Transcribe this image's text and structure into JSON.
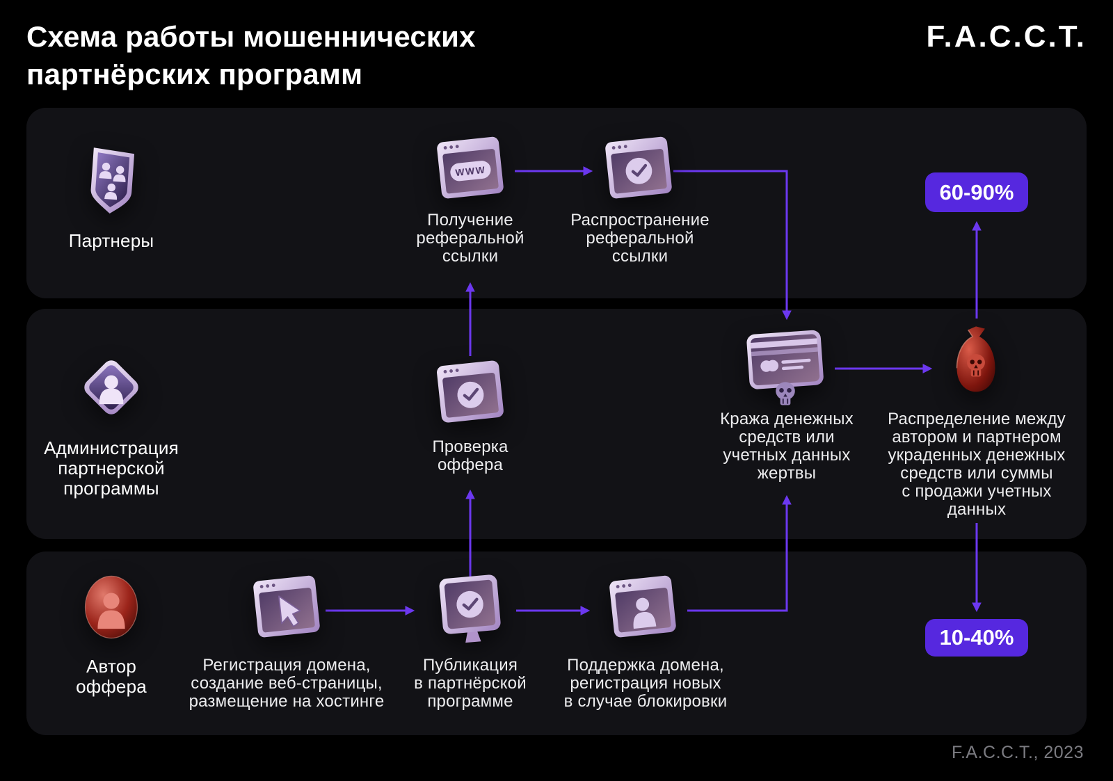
{
  "header": {
    "title_lines": [
      "Схема работы мошеннических",
      "партнёрских программ"
    ],
    "brand": "F.A.C.C.T."
  },
  "icons": {
    "www_text": "WWW"
  },
  "lanes": [
    {
      "actor": {
        "icon": "partners-shield-icon",
        "label_lines": [
          "Партнеры"
        ]
      },
      "badge": {
        "label": "60-90%"
      },
      "nodes": [
        {
          "icon": "browser-www-icon",
          "label_lines": [
            "Получение",
            "реферальной",
            "ссылки"
          ]
        },
        {
          "icon": "browser-check-icon",
          "label_lines": [
            "Распространение",
            "реферальной",
            "ссылки"
          ]
        }
      ]
    },
    {
      "actor": {
        "icon": "admin-diamond-icon",
        "label_lines": [
          "Администрация",
          "партнерской",
          "программы"
        ]
      },
      "nodes": [
        {
          "icon": "browser-check-icon",
          "label_lines": [
            "Проверка",
            "оффера"
          ]
        },
        {
          "icon": "card-skull-icon",
          "label_lines": [
            "Кража денежных",
            "средств или",
            "учетных данных",
            "жертвы"
          ]
        },
        {
          "icon": "money-bag-skull-icon",
          "label_lines": [
            "Распределение между",
            "автором и партнером",
            "украденных денежных",
            "средств или суммы",
            "с продажи учетных",
            "данных"
          ]
        }
      ]
    },
    {
      "actor": {
        "icon": "author-avatar-icon",
        "label_lines": [
          "Автор",
          "оффера"
        ]
      },
      "badge": {
        "label": "10-40%"
      },
      "nodes": [
        {
          "icon": "browser-cursor-icon",
          "label_lines": [
            "Регистрация домена,",
            "создание веб-страницы,",
            "размещение на хостинге"
          ]
        },
        {
          "icon": "monitor-check-icon",
          "label_lines": [
            "Публикация",
            "в партнёрской",
            "программе"
          ]
        },
        {
          "icon": "browser-person-icon",
          "label_lines": [
            "Поддержка домена,",
            "регистрация новых",
            "в случае блокировки"
          ]
        }
      ]
    }
  ],
  "footer": {
    "credit": "F.A.C.C.T., 2023"
  },
  "colors": {
    "background": "#000000",
    "lane_background": "#121216",
    "arrow": "#6C38F0",
    "badge_background": "#5628DF",
    "badge_text": "#FFFFFF",
    "label_text": "#EDEDEF",
    "footer_text": "#7B7B81"
  }
}
